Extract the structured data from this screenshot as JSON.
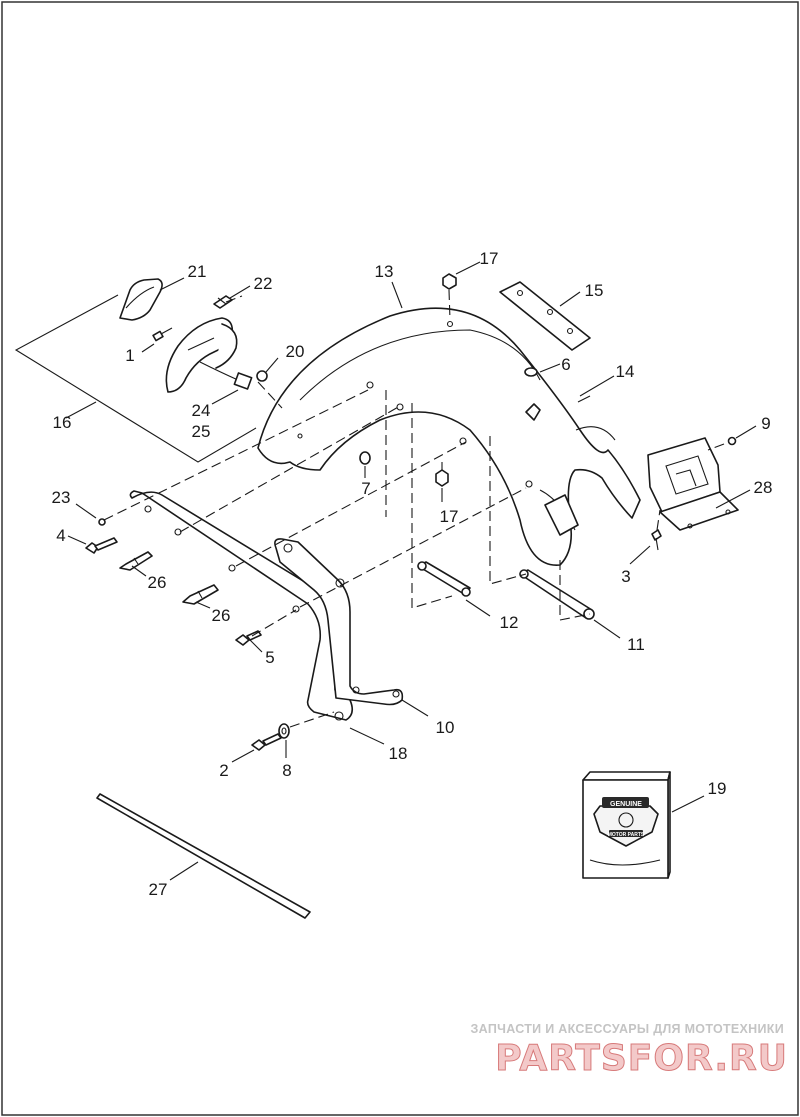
{
  "diagram": {
    "callouts": [
      {
        "id": "c1",
        "label": "1"
      },
      {
        "id": "c2",
        "label": "2"
      },
      {
        "id": "c3",
        "label": "3"
      },
      {
        "id": "c4",
        "label": "4"
      },
      {
        "id": "c5",
        "label": "5"
      },
      {
        "id": "c6",
        "label": "6"
      },
      {
        "id": "c7",
        "label": "7"
      },
      {
        "id": "c8",
        "label": "8"
      },
      {
        "id": "c9",
        "label": "9"
      },
      {
        "id": "c10",
        "label": "10"
      },
      {
        "id": "c11",
        "label": "11"
      },
      {
        "id": "c12",
        "label": "12"
      },
      {
        "id": "c13",
        "label": "13"
      },
      {
        "id": "c14",
        "label": "14"
      },
      {
        "id": "c15",
        "label": "15"
      },
      {
        "id": "c16",
        "label": "16"
      },
      {
        "id": "c17a",
        "label": "17"
      },
      {
        "id": "c17b",
        "label": "17"
      },
      {
        "id": "c18",
        "label": "18"
      },
      {
        "id": "c19",
        "label": "19"
      },
      {
        "id": "c20",
        "label": "20"
      },
      {
        "id": "c21",
        "label": "21"
      },
      {
        "id": "c22",
        "label": "22"
      },
      {
        "id": "c23",
        "label": "23"
      },
      {
        "id": "c24",
        "label": "24"
      },
      {
        "id": "c25",
        "label": "25"
      },
      {
        "id": "c26a",
        "label": "26"
      },
      {
        "id": "c26b",
        "label": "26"
      },
      {
        "id": "c27",
        "label": "27"
      },
      {
        "id": "c28",
        "label": "28"
      }
    ]
  },
  "badge": {
    "line1": "GENUINE",
    "line2": "MOTOR PARTS"
  },
  "watermark": {
    "tagline": "ЗАПЧАСТИ И АКСЕССУАРЫ ДЛЯ МОТОТЕХНИКИ",
    "brand": "PARTSFOR.RU"
  },
  "colors": {
    "line": "#1a1a1a",
    "watermark_fill": "#f3c9c9",
    "watermark_outline": "#d77a7a",
    "tagline": "#c4c4c4"
  }
}
